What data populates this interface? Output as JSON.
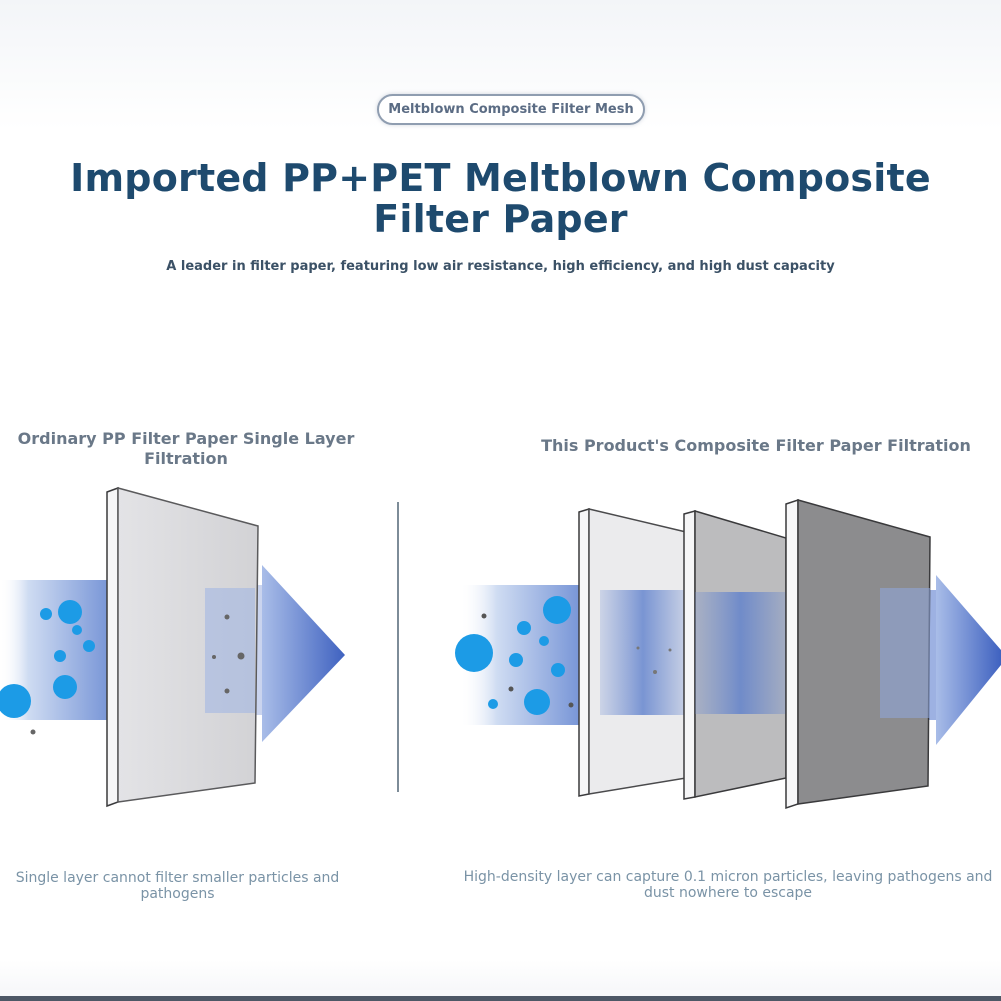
{
  "badge": {
    "label": "Meltblown Composite Filter Mesh"
  },
  "header": {
    "title": "Imported PP+PET Meltblown Composite Filter Paper",
    "subtitle": "A leader in filter paper, featuring low air resistance, high efficiency, and high dust capacity"
  },
  "left_panel": {
    "title": "Ordinary PP Filter Paper Single Layer Filtration",
    "caption": "Single layer cannot filter smaller particles and pathogens"
  },
  "right_panel": {
    "title": "This Product's Composite Filter Paper Filtration",
    "caption": "High-density layer can capture 0.1 micron particles, leaving pathogens and dust nowhere to escape"
  },
  "colors": {
    "title": "#1e4a6e",
    "particle": "#1c9be6",
    "airflow": "#5b7fd0",
    "layer_light": "#ebebed",
    "layer_mid": "#bcbcbe",
    "layer_dark": "#8c8c8e"
  }
}
